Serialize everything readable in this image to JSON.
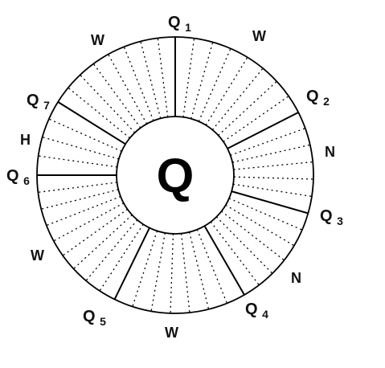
{
  "center_label": "Q",
  "colors": {
    "ink": "#000000",
    "background": "#ffffff"
  },
  "sectors": [
    {
      "label": "Q1",
      "sub": "1",
      "kind": "boundary"
    },
    {
      "label": "W",
      "kind": "sector"
    },
    {
      "label": "Q2",
      "sub": "2",
      "kind": "boundary"
    },
    {
      "label": "N",
      "kind": "sector"
    },
    {
      "label": "Q3",
      "sub": "3",
      "kind": "boundary"
    },
    {
      "label": "N",
      "kind": "sector"
    },
    {
      "label": "Q4",
      "sub": "4",
      "kind": "boundary"
    },
    {
      "label": "W",
      "kind": "sector"
    },
    {
      "label": "Q5",
      "sub": "5",
      "kind": "boundary"
    },
    {
      "label": "W",
      "kind": "sector"
    },
    {
      "label": "Q6",
      "sub": "6",
      "kind": "boundary"
    },
    {
      "label": "H",
      "kind": "sector"
    },
    {
      "label": "Q7",
      "sub": "7",
      "kind": "boundary"
    },
    {
      "label": "W",
      "kind": "sector"
    }
  ]
}
